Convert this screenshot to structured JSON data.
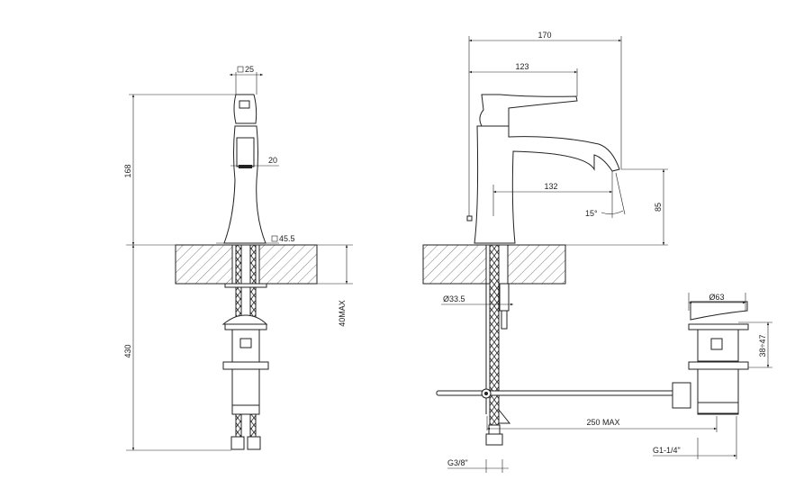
{
  "drawing": {
    "front_view": {
      "handle_width": "25",
      "spout_width": "20",
      "base_width": "45.5",
      "body_height": "168",
      "under_counter_height": "430",
      "counter_thickness": "40MAX"
    },
    "side_view": {
      "total_depth": "170",
      "handle_reach": "123",
      "spout_reach": "132",
      "spout_angle": "15°",
      "spout_height": "85",
      "shank_diameter": "Ø33.5",
      "drain_cap_diameter": "Ø63",
      "drain_adjust": "38÷47",
      "rod_length": "250 MAX",
      "drain_thread": "G1-1/4\"",
      "hose_thread": "G3/8\""
    }
  }
}
